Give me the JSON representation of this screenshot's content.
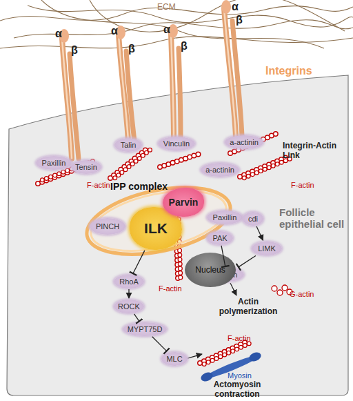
{
  "diagram": {
    "nodes": [
      {
        "text": [
          "Follicle epithelial cell"
        ]
      },
      {
        "text": [
          "Paxillin"
        ],
        "in": 0
      },
      {
        "text": [
          "Tensin"
        ],
        "in": 0
      },
      {
        "text": [
          "Talin"
        ],
        "in": 0
      },
      {
        "text": [
          "Vinculin"
        ],
        "in": 0
      },
      {
        "text": [
          "a-actinin"
        ],
        "in": 0
      },
      {
        "text": [
          "a-actinin"
        ],
        "in": 0
      },
      {
        "text": [
          "IPP complex"
        ],
        "in": 0
      },
      {
        "text": [
          "PINCH"
        ],
        "in": 7
      },
      {
        "text": [
          "ILK"
        ],
        "in": 7
      },
      {
        "text": [
          "Parvin"
        ],
        "in": 7
      },
      {
        "text": [
          "Paxillin"
        ],
        "in": 0
      },
      {
        "text": [
          "cdi"
        ],
        "in": 0
      },
      {
        "text": [
          "PAK"
        ],
        "in": 0
      },
      {
        "text": [
          "LIMK"
        ],
        "in": 0
      },
      {
        "text": [
          "Cofilin"
        ],
        "in": 0
      },
      {
        "text": [
          "Nucleus"
        ],
        "in": 0
      },
      {
        "text": [
          "RhoA"
        ],
        "in": 0
      },
      {
        "text": [
          "ROCK"
        ],
        "in": 0
      },
      {
        "text": [
          "MYPT75D"
        ],
        "in": 0
      },
      {
        "text": [
          "MLC"
        ],
        "in": 0
      }
    ],
    "edges": [
      {
        "from": 9,
        "to": 17,
        "arrow": "to"
      },
      {
        "from": 17,
        "to": 18,
        "arrow": "to"
      },
      {
        "from": 18,
        "to": 19,
        "arrow": "to"
      },
      {
        "from": 19,
        "to": 20,
        "arrow": "to"
      },
      {
        "from": 12,
        "to": 14,
        "arrow": "to"
      },
      {
        "from": 13,
        "to": 15,
        "arrow": "to"
      },
      {
        "from": 14,
        "to": 15,
        "arrow": "to"
      }
    ],
    "labels": [
      "ECM",
      "α",
      "β",
      "α",
      "β",
      "α",
      "β",
      "α",
      "β",
      "Integrins",
      "Integrin-Actin Link",
      "F-actin",
      "F-actin",
      "F-actin",
      "G-actin",
      "Actin polymerization",
      "F-actin",
      "Myosin",
      "Actomyosin contraction"
    ]
  }
}
